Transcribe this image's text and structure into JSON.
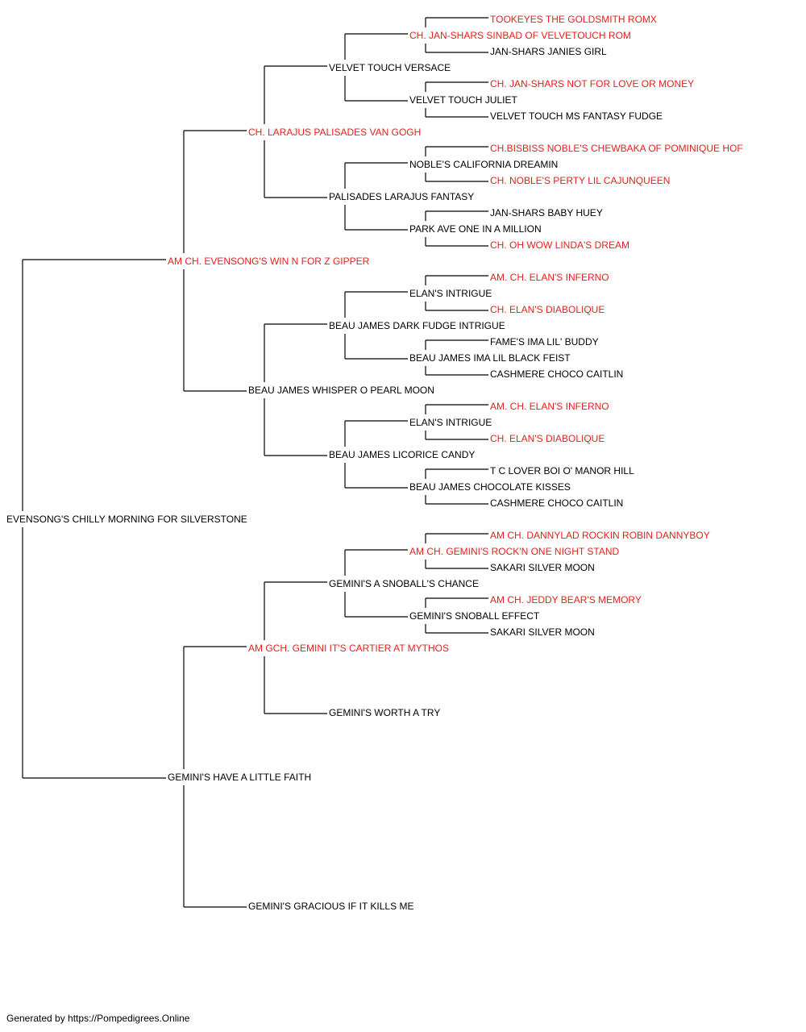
{
  "colors": {
    "champion": "#e8201c",
    "regular": "#000000",
    "line": "#000000"
  },
  "subject": {
    "name": "EVENSONG'S CHILLY MORNING FOR SILVERSTONE",
    "champion": false
  },
  "pedigree": [
    {
      "name": "AM CH. EVENSONG'S WIN N FOR Z GIPPER",
      "champion": true
    },
    {
      "name": "GEMINI'S HAVE A LITTLE FAITH",
      "champion": false
    },
    {
      "name": "CH. LARAJUS PALISADES VAN GOGH",
      "champion": true
    },
    {
      "name": "BEAU JAMES WHISPER O PEARL MOON",
      "champion": false
    },
    {
      "name": "AM GCH. GEMINI IT'S CARTIER AT MYTHOS",
      "champion": true
    },
    {
      "name": "GEMINI'S GRACIOUS IF IT KILLS ME",
      "champion": false
    },
    {
      "name": "VELVET TOUCH VERSACE",
      "champion": false
    },
    {
      "name": "PALISADES LARAJUS FANTASY",
      "champion": false
    },
    {
      "name": "BEAU JAMES DARK FUDGE INTRIGUE",
      "champion": false
    },
    {
      "name": "BEAU JAMES LICORICE CANDY",
      "champion": false
    },
    {
      "name": "GEMINI'S A SNOBALL'S CHANCE",
      "champion": false
    },
    {
      "name": "GEMINI'S WORTH A TRY",
      "champion": false
    },
    {
      "name": "CH. JAN-SHARS SINBAD OF VELVETOUCH ROM",
      "champion": true
    },
    {
      "name": "VELVET TOUCH JULIET",
      "champion": false
    },
    {
      "name": "NOBLE'S CALIFORNIA DREAMIN",
      "champion": false
    },
    {
      "name": "PARK AVE ONE IN A MILLION",
      "champion": false
    },
    {
      "name": "ELAN'S INTRIGUE",
      "champion": false
    },
    {
      "name": "BEAU JAMES IMA LIL BLACK FEIST",
      "champion": false
    },
    {
      "name": "ELAN'S INTRIGUE",
      "champion": false
    },
    {
      "name": "BEAU JAMES CHOCOLATE KISSES",
      "champion": false
    },
    {
      "name": "AM CH. GEMINI'S ROCK'N ONE NIGHT STAND",
      "champion": true
    },
    {
      "name": "GEMINI'S SNOBALL EFFECT",
      "champion": false
    },
    {
      "name": "TOOKEYES THE GOLDSMITH ROMX",
      "champion": true
    },
    {
      "name": "JAN-SHARS JANIES GIRL",
      "champion": false
    },
    {
      "name": "CH. JAN-SHARS NOT FOR LOVE OR MONEY",
      "champion": true
    },
    {
      "name": "VELVET TOUCH MS FANTASY FUDGE",
      "champion": false
    },
    {
      "name": "CH.BISBISS NOBLE'S CHEWBAKA OF POMINIQUE HOF",
      "champion": true
    },
    {
      "name": "CH. NOBLE'S PERTY LIL CAJUNQUEEN",
      "champion": true
    },
    {
      "name": "JAN-SHARS BABY HUEY",
      "champion": false
    },
    {
      "name": "CH. OH WOW LINDA'S DREAM",
      "champion": true
    },
    {
      "name": "AM. CH. ELAN'S INFERNO",
      "champion": true
    },
    {
      "name": "CH. ELAN'S DIABOLIQUE",
      "champion": true
    },
    {
      "name": "FAME'S IMA LIL' BUDDY",
      "champion": false
    },
    {
      "name": "CASHMERE CHOCO CAITLIN",
      "champion": false
    },
    {
      "name": "AM. CH. ELAN'S INFERNO",
      "champion": true
    },
    {
      "name": "CH. ELAN'S DIABOLIQUE",
      "champion": true
    },
    {
      "name": "T C LOVER BOI O' MANOR HILL",
      "champion": false
    },
    {
      "name": "CASHMERE CHOCO CAITLIN",
      "champion": false
    },
    {
      "name": "AM CH. DANNYLAD ROCKIN ROBIN DANNYBOY",
      "champion": true
    },
    {
      "name": "SAKARI SILVER MOON",
      "champion": false
    },
    {
      "name": "AM CH. JEDDY BEAR'S MEMORY",
      "champion": true
    },
    {
      "name": "SAKARI SILVER MOON",
      "champion": false
    }
  ],
  "footer": "Generated by https://Pompedigrees.Online"
}
